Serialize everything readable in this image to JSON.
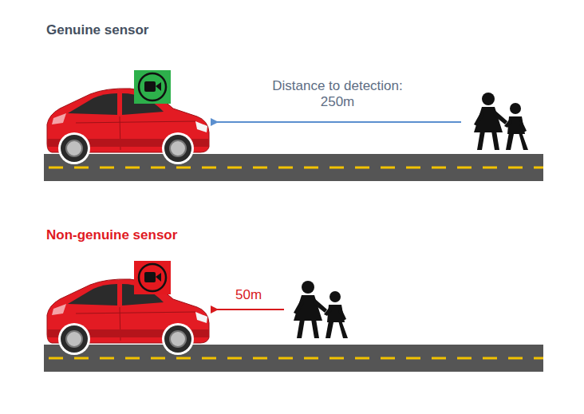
{
  "diagram": {
    "labels": [
      "Genuine sensor",
      "Distance to detection: 250m",
      "Non-genuine sensor",
      "50m"
    ]
  }
}
